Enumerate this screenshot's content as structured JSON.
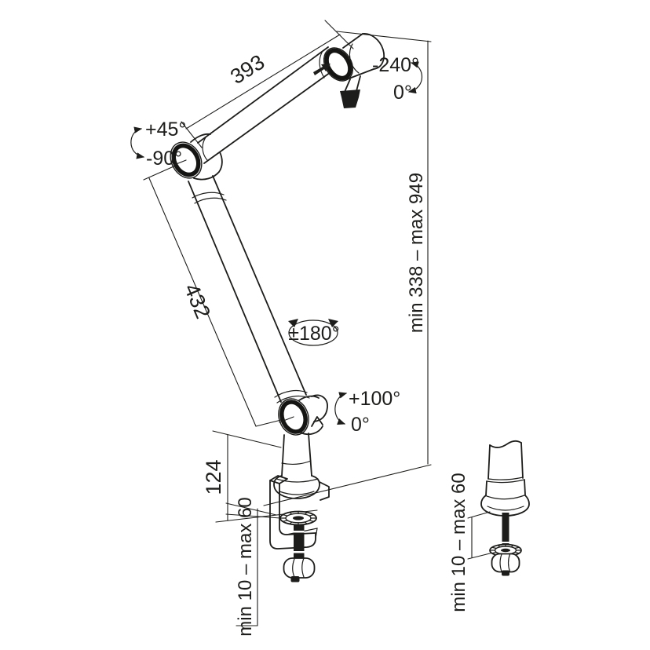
{
  "diagram": {
    "background": "#ffffff",
    "line_color": "#1d1d1b",
    "labels": {
      "arm1_length": "393",
      "arm2_length": "432",
      "base_height": "124",
      "total_height_range": "min 338 – max 949",
      "clamp_thickness_main": "min 10 – max 60",
      "clamp_thickness_detail": "min 10 – max 60",
      "mic_joint_angle_max": "-240°",
      "mic_joint_angle_min": "0°",
      "elbow_angle_up": "+45°",
      "elbow_angle_down": "-90°",
      "arm_rotation": "±180°",
      "base_joint_angle_max": "+100°",
      "base_joint_angle_min": "0°"
    }
  }
}
